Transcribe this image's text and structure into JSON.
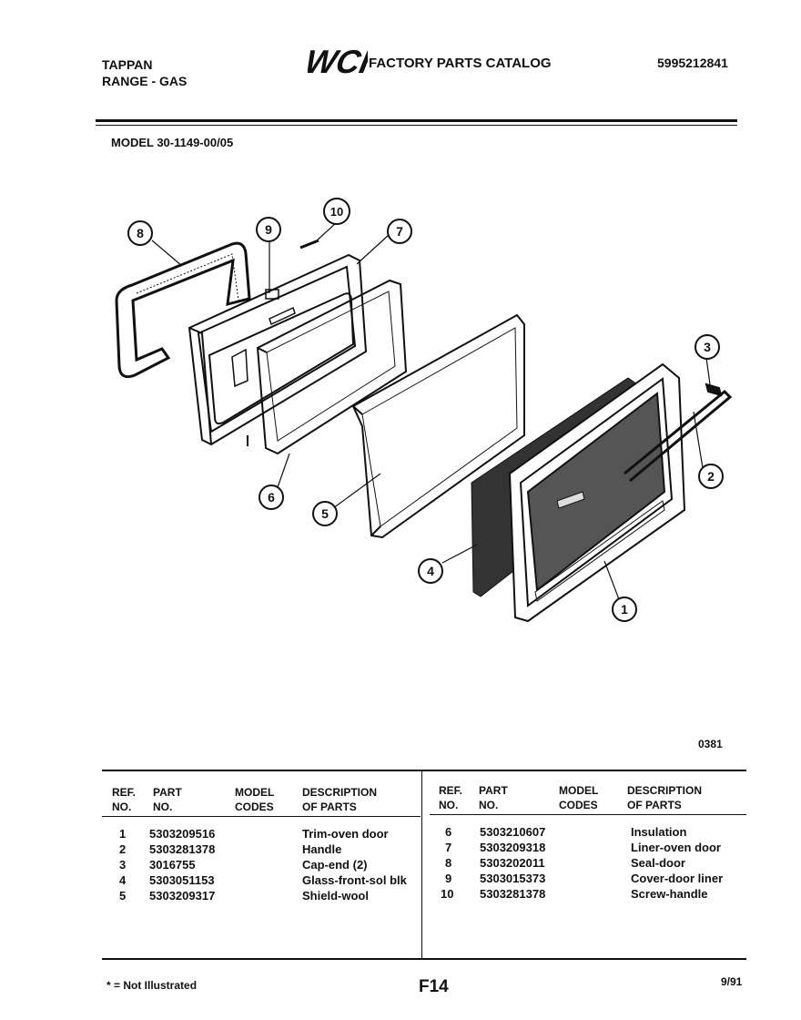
{
  "header": {
    "brand": "TAPPAN",
    "product": "RANGE - GAS",
    "logo_text": "WCI",
    "catalog_title": "FACTORY PARTS CATALOG",
    "catalog_number": "5995212841"
  },
  "model_line": "MODEL 30-1149-00/05",
  "diagram": {
    "callouts": [
      "1",
      "2",
      "3",
      "4",
      "5",
      "6",
      "7",
      "8",
      "9",
      "10"
    ],
    "figure_code": "0381"
  },
  "table": {
    "headers": {
      "ref": [
        "REF.",
        "NO."
      ],
      "part": [
        "PART",
        "NO."
      ],
      "model": [
        "MODEL",
        "CODES"
      ],
      "desc": [
        "DESCRIPTION",
        "OF PARTS"
      ]
    },
    "left_rows": [
      {
        "ref": "1",
        "part": "5303209516",
        "desc": "Trim-oven door"
      },
      {
        "ref": "2",
        "part": "5303281378",
        "desc": "Handle"
      },
      {
        "ref": "3",
        "part": "3016755",
        "desc": "Cap-end (2)"
      },
      {
        "ref": "4",
        "part": "5303051153",
        "desc": "Glass-front-sol blk"
      },
      {
        "ref": "5",
        "part": "5303209317",
        "desc": "Shield-wool"
      }
    ],
    "right_rows": [
      {
        "ref": "6",
        "part": "5303210607",
        "desc": "Insulation"
      },
      {
        "ref": "7",
        "part": "5303209318",
        "desc": "Liner-oven door"
      },
      {
        "ref": "8",
        "part": "5303202011",
        "desc": "Seal-door"
      },
      {
        "ref": "9",
        "part": "5303015373",
        "desc": "Cover-door liner"
      },
      {
        "ref": "10",
        "part": "5303281378",
        "desc": "Screw-handle"
      }
    ]
  },
  "footer": {
    "note": "* = Not Illustrated",
    "page_code": "F14",
    "date": "9/91"
  }
}
